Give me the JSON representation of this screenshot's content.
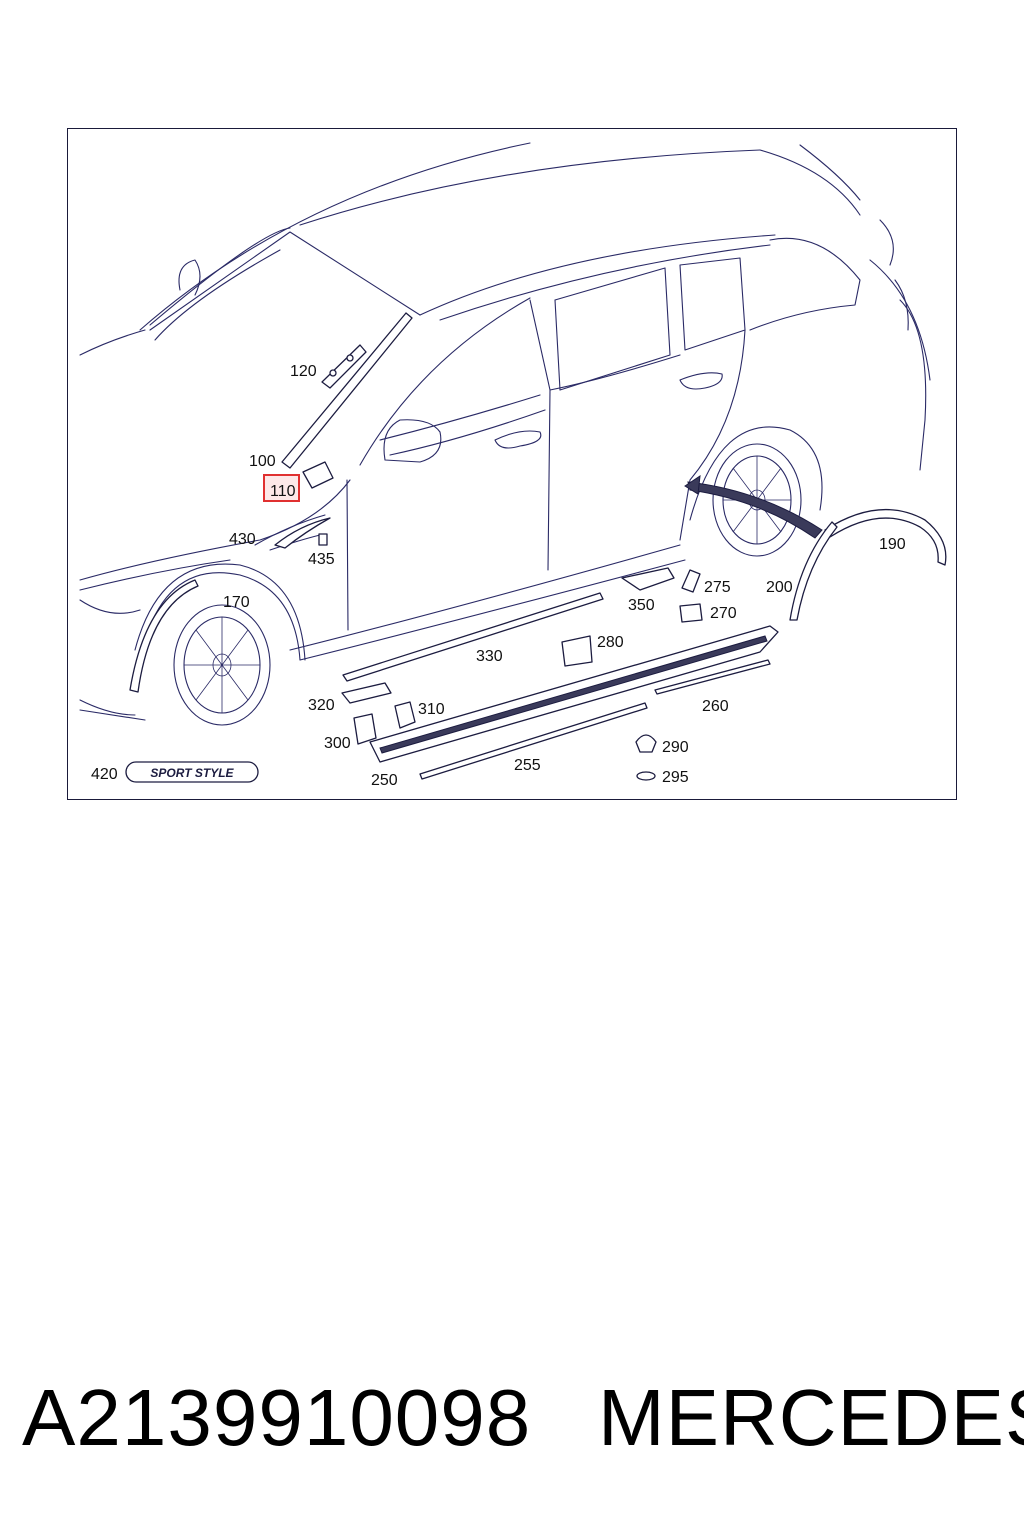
{
  "callouts": [
    {
      "id": "120",
      "label": "120"
    },
    {
      "id": "100",
      "label": "100"
    },
    {
      "id": "110",
      "label": "110",
      "highlighted": true
    },
    {
      "id": "430",
      "label": "430"
    },
    {
      "id": "435",
      "label": "435"
    },
    {
      "id": "170",
      "label": "170"
    },
    {
      "id": "190",
      "label": "190"
    },
    {
      "id": "200",
      "label": "200"
    },
    {
      "id": "275",
      "label": "275"
    },
    {
      "id": "350",
      "label": "350"
    },
    {
      "id": "270",
      "label": "270"
    },
    {
      "id": "280",
      "label": "280"
    },
    {
      "id": "330",
      "label": "330"
    },
    {
      "id": "320",
      "label": "320"
    },
    {
      "id": "310",
      "label": "310"
    },
    {
      "id": "300",
      "label": "300"
    },
    {
      "id": "260",
      "label": "260"
    },
    {
      "id": "290",
      "label": "290"
    },
    {
      "id": "295",
      "label": "295"
    },
    {
      "id": "255",
      "label": "255"
    },
    {
      "id": "250",
      "label": "250"
    },
    {
      "id": "420",
      "label": "420"
    }
  ],
  "badge_text": "SPORT STYLE",
  "highlight_color": "#e03030",
  "footer": {
    "part_number": "A2139910098",
    "brand": "MERCEDES"
  }
}
